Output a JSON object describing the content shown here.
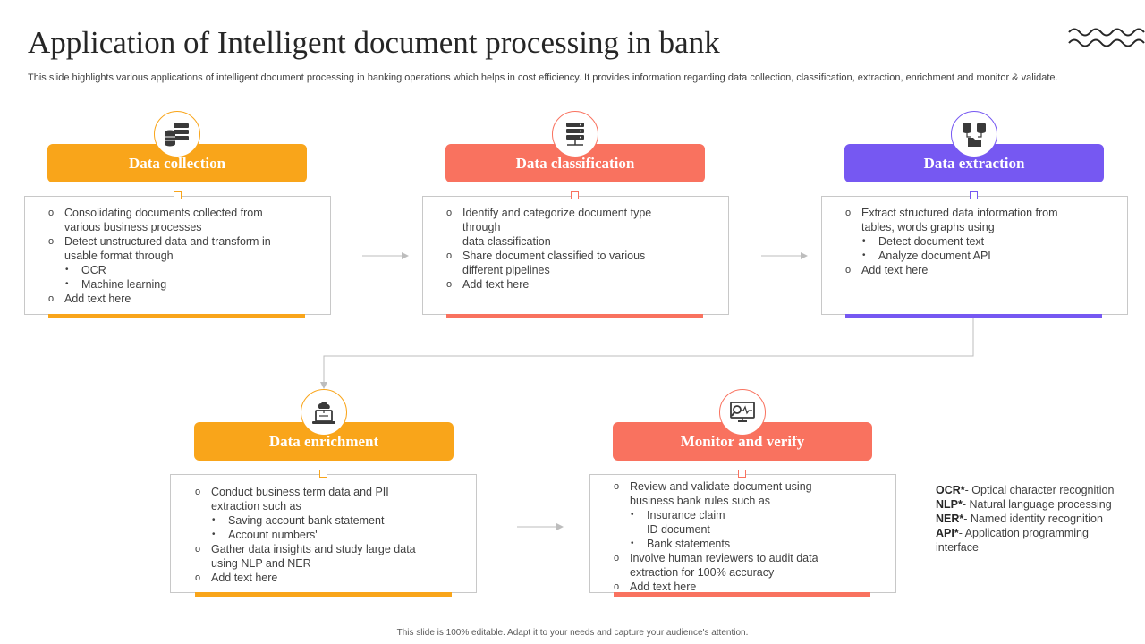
{
  "title": "Application of Intelligent document processing in bank",
  "subtitle": "This slide highlights various applications of intelligent document processing in banking operations which helps in cost efficiency. It provides information regarding data collection, classification, extraction, enrichment and monitor & validate.",
  "colors": {
    "orange": "#f9a51a",
    "coral": "#f9725f",
    "purple": "#7658f2"
  },
  "cards": {
    "collection": {
      "icon": "server-stack-icon",
      "title": "Data collection",
      "items": [
        "Consolidating documents collected from",
        "various  business processes",
        "Detect unstructured data and transform in",
        "usable format through",
        "OCR",
        "Machine learning",
        "Add text here"
      ]
    },
    "classification": {
      "icon": "server-network-icon",
      "title": "Data classification",
      "items": [
        "Identify and categorize document type",
        "through",
        "data classification",
        "Share document classified to various",
        "different  pipelines",
        "Add text here"
      ]
    },
    "extraction": {
      "icon": "database-folder-icon",
      "title": "Data extraction",
      "items": [
        "Extract structured data information from",
        "tables, words graphs using",
        "Detect document text",
        "Analyze document API",
        "Add text here"
      ]
    },
    "enrichment": {
      "icon": "cloud-laptop-icon",
      "title": "Data enrichment",
      "items": [
        "Conduct business term data and PII",
        "extraction such as",
        "Saving account bank statement",
        "Account numbers'",
        "Gather data insights and study large data",
        "using NLP and NER",
        "Add text here"
      ]
    },
    "monitor": {
      "icon": "monitor-magnifier-icon",
      "title": "Monitor and verify",
      "items": [
        "Review  and validate document using",
        "business bank rules such as",
        "Insurance claim",
        "ID document",
        "Bank statements",
        "Involve  human reviewers to audit data",
        "extraction for 100% accuracy",
        "Add text here"
      ]
    }
  },
  "legend": [
    {
      "abbr": "OCR*",
      "text": "- Optical character recognition"
    },
    {
      "abbr": "NLP*",
      "text": "- Natural language processing"
    },
    {
      "abbr": "NER*",
      "text": "- Named identity recognition"
    },
    {
      "abbr": "API*",
      "text": "- Application programming  interface"
    }
  ],
  "footer": "This slide is 100% editable.  Adapt it to your needs and capture your audience's attention."
}
